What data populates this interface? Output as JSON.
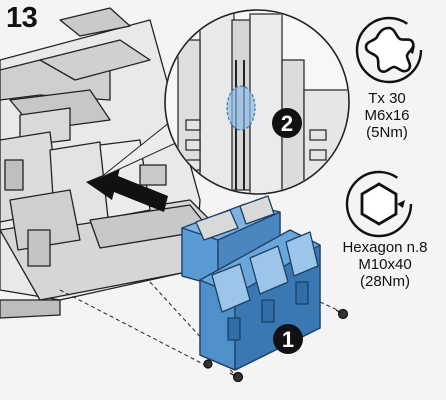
{
  "step": {
    "number": "13"
  },
  "callouts": [
    {
      "number": "1"
    },
    {
      "number": "2"
    }
  ],
  "fasteners": [
    {
      "tool": "Tx 30",
      "screw": "M6x16",
      "torque": "(5Nm)",
      "icon": "torx-bit-icon"
    },
    {
      "tool": "Hexagon n.8",
      "screw": "M10x40",
      "torque": "(28Nm)",
      "icon": "hexagon-bit-icon"
    }
  ],
  "colors": {
    "part_blue": "#5b9bd5",
    "part_blue_dark": "#2f6ea6",
    "callout_fill": "#111111",
    "background": "#f4f4f4"
  }
}
